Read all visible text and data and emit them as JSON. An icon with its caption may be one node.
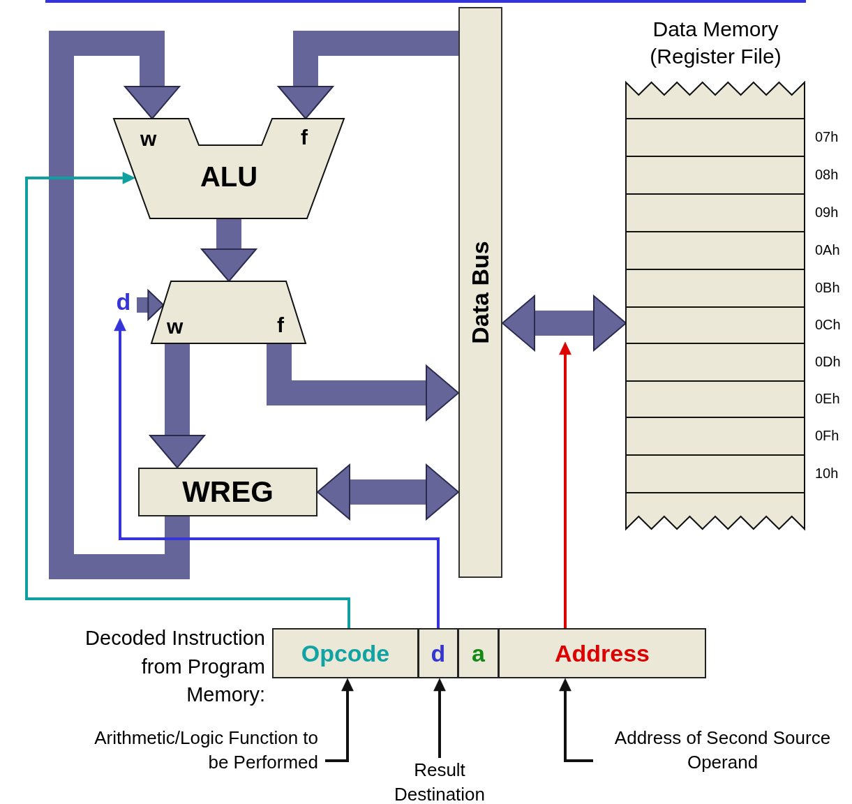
{
  "diagram": {
    "nodes": [
      {
        "text": [
          "w",
          "f",
          "ALU"
        ]
      },
      {
        "text": [
          "w",
          "f"
        ]
      },
      {
        "text": [
          "d"
        ]
      },
      {
        "text": [
          "WREG"
        ]
      },
      {
        "text": [
          "Data Bus"
        ]
      },
      {
        "text": [
          "Data Memory (Register File)"
        ],
        "beside": [
          "07h",
          "08h",
          "09h",
          "0Ah",
          "0Bh",
          "0Ch",
          "0Dh",
          "0Eh",
          "0Fh",
          "10h"
        ]
      },
      {
        "text": [
          "Decoded Instruction from Program Memory:"
        ]
      },
      {
        "text": [
          "Opcode"
        ],
        "in": 6
      },
      {
        "text": [
          "d"
        ],
        "in": 6
      },
      {
        "text": [
          "a"
        ],
        "in": 6
      },
      {
        "text": [
          "Address"
        ],
        "in": 6
      },
      {
        "text": [
          "Arithmetic/Logic Function to be Performed"
        ]
      },
      {
        "text": [
          "Result Destination"
        ]
      },
      {
        "text": [
          "Address of Second Source Operand"
        ]
      }
    ],
    "edges": [
      {
        "from": 3,
        "to": 0,
        "arrow": "to"
      },
      {
        "from": 4,
        "to": 0,
        "arrow": "to"
      },
      {
        "from": 0,
        "to": 1,
        "arrow": "to"
      },
      {
        "from": 1,
        "to": 3,
        "arrow": "to"
      },
      {
        "from": 1,
        "to": 4,
        "arrow": "to"
      },
      {
        "from": 3,
        "to": 4,
        "arrow": "both"
      },
      {
        "from": 4,
        "to": 5,
        "arrow": "both"
      },
      {
        "from": 2,
        "to": 1,
        "arrow": "to"
      },
      {
        "from": 7,
        "to": 0,
        "arrow": "to",
        "color": "#0f9f9f"
      },
      {
        "from": 8,
        "to": 2,
        "arrow": "to",
        "color": "#3434d8"
      },
      {
        "from": 10,
        "to": null,
        "arrow": "to",
        "color": "#dd0000"
      },
      {
        "from": 11,
        "to": 7,
        "arrow": "to",
        "color": "#111111"
      },
      {
        "from": 12,
        "to": 8,
        "arrow": "to",
        "color": "#111111"
      },
      {
        "from": 13,
        "to": 10,
        "arrow": "to",
        "color": "#111111"
      }
    ]
  }
}
